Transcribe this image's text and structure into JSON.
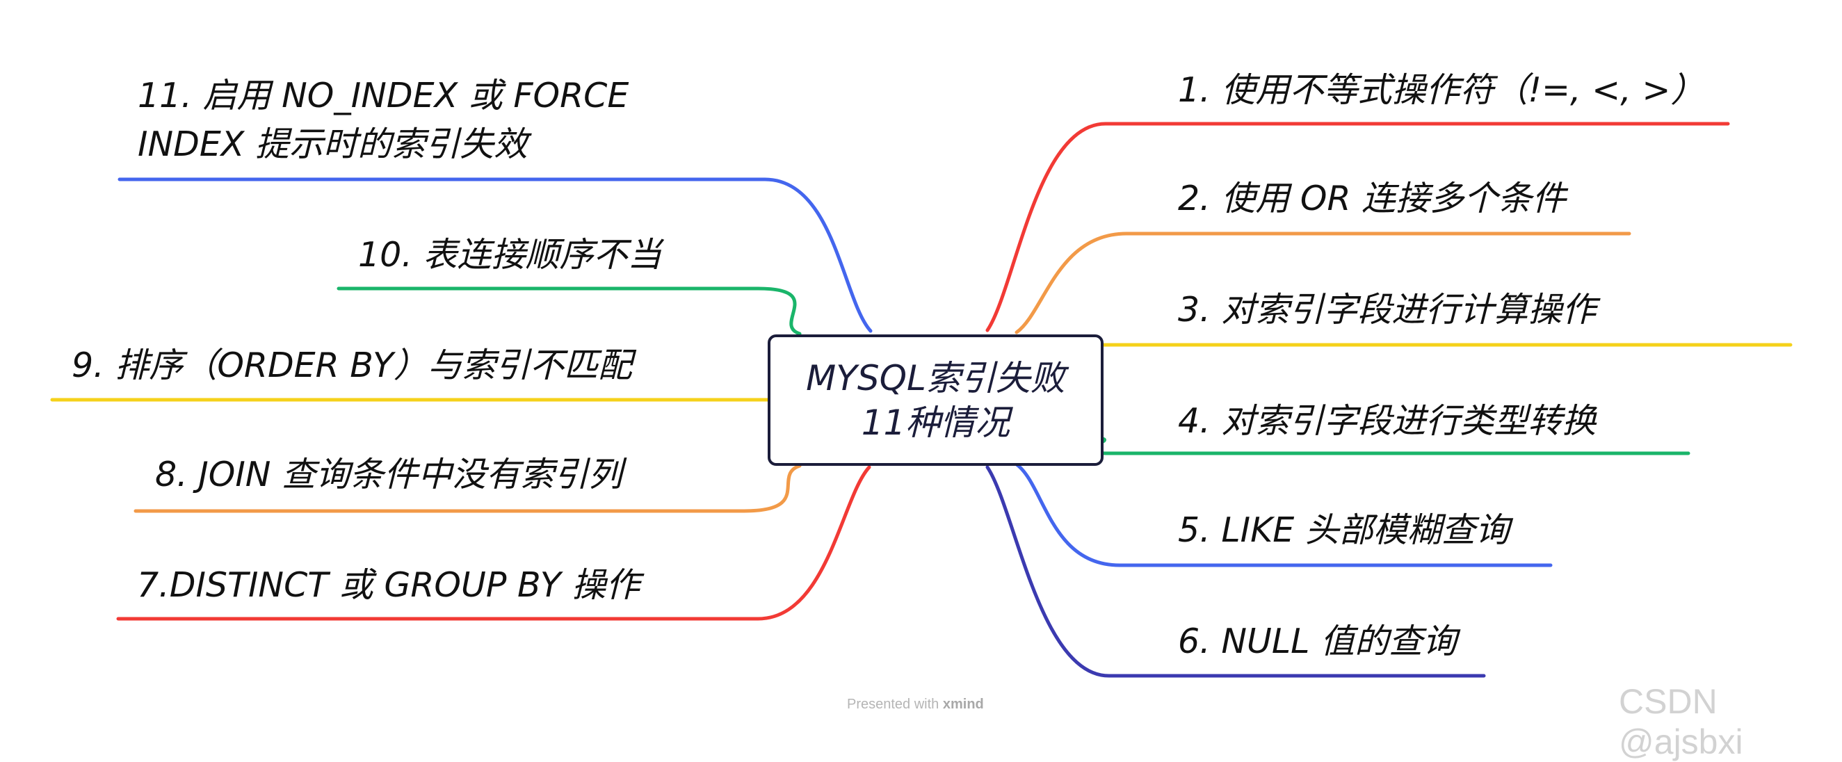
{
  "mindmap": {
    "central": {
      "line1": "MYSQL索引失败",
      "line2": "11种情况"
    },
    "branches": [
      {
        "id": 1,
        "text": "1. 使用不等式操作符（!=, <, >）",
        "color": "#f23a35"
      },
      {
        "id": 2,
        "text": "2. 使用 OR 连接多个条件",
        "color": "#f29a48"
      },
      {
        "id": 3,
        "text": "3. 对索引字段进行计算操作",
        "color": "#f5d11a"
      },
      {
        "id": 4,
        "text": "4. 对索引字段进行类型转换",
        "color": "#1ab56a"
      },
      {
        "id": 5,
        "text": "5. LIKE 头部模糊查询",
        "color": "#4466ee"
      },
      {
        "id": 6,
        "text": "6. NULL 值的查询",
        "color": "#3b3ab0"
      },
      {
        "id": 7,
        "text": "7.DISTINCT 或 GROUP BY 操作",
        "color": "#f23a35"
      },
      {
        "id": 8,
        "text": "8. JOIN 查询条件中没有索引列",
        "color": "#f29a48"
      },
      {
        "id": 9,
        "text": "9. 排序（ORDER BY）与索引不匹配",
        "color": "#f5d11a"
      },
      {
        "id": 10,
        "text": "10. 表连接顺序不当",
        "color": "#1ab56a"
      },
      {
        "id": 11,
        "lines": [
          "11. 启用 NO_INDEX 或 FORCE",
          "INDEX 提示时的索引失效"
        ],
        "color": "#4466ee"
      }
    ]
  },
  "footer": {
    "presented": "Presented with",
    "brand": "xmind"
  },
  "watermark": "CSDN @ajsbxi"
}
